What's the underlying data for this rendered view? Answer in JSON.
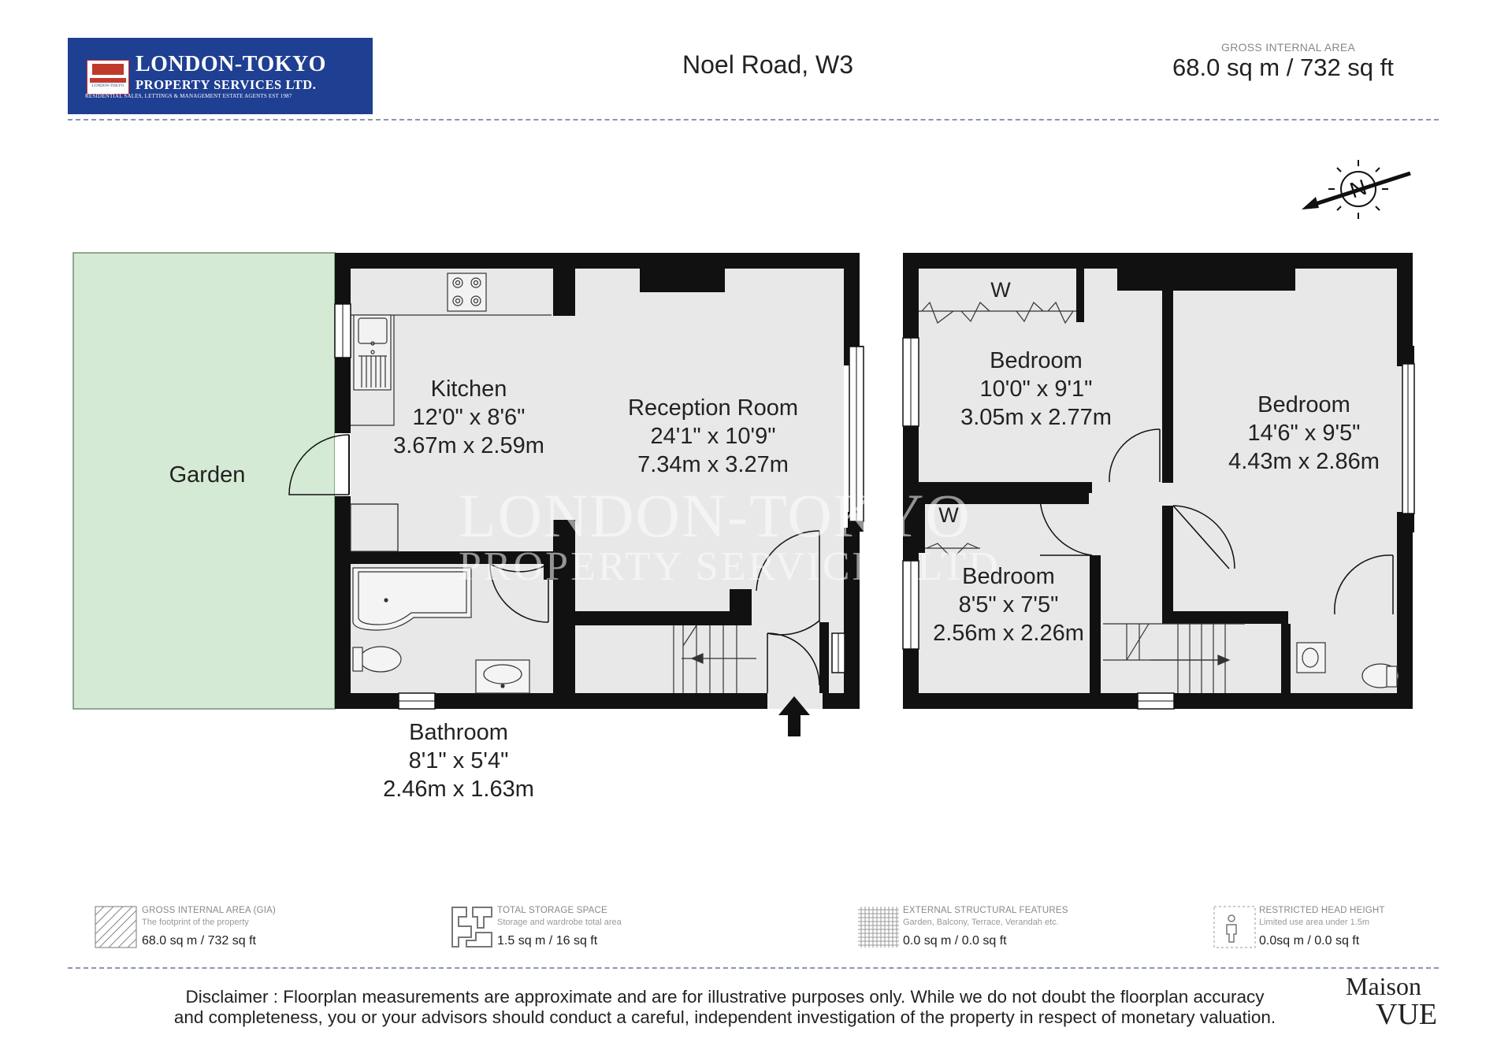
{
  "header": {
    "logo": {
      "title": "LONDON-TOKYO",
      "subtitle": "PROPERTY SERVICES LTD.",
      "tagline": "RESIDENTIAL SALES, LETTINGS & MANAGEMENT ESTATE AGENTS EST 1987",
      "emblem_text": "LONDON-TOKYO"
    },
    "address": "Noel Road, W3",
    "gross_area_label": "GROSS INTERNAL AREA",
    "gross_area_value": "68.0 sq m / 732 sq ft"
  },
  "compass": {
    "letter": "N"
  },
  "floorplan": {
    "garden": "Garden",
    "rooms": [
      {
        "name": "Kitchen",
        "imperial": "12'0\" x 8'6\"",
        "metric": "3.67m x 2.59m"
      },
      {
        "name": "Reception Room",
        "imperial": "24'1\" x 10'9\"",
        "metric": "7.34m x 3.27m"
      },
      {
        "name": "Bathroom",
        "imperial": "8'1\" x 5'4\"",
        "metric": "2.46m x 1.63m"
      },
      {
        "name": "Bedroom",
        "imperial": "10'0\" x 9'1\"",
        "metric": "3.05m x 2.77m"
      },
      {
        "name": "Bedroom",
        "imperial": "14'6\" x 9'5\"",
        "metric": "4.43m x 2.86m"
      },
      {
        "name": "Bedroom",
        "imperial": "8'5\" x 7'5\"",
        "metric": "2.56m x 2.26m"
      }
    ],
    "wardrobe_label": "W",
    "watermark_line1": "LONDON-TOKYO",
    "watermark_line2": "PROPERTY SERVICES LTD"
  },
  "legend": [
    {
      "title": "GROSS INTERNAL AREA (GIA)",
      "desc": "The footprint of the property",
      "value": "68.0 sq m / 732 sq ft"
    },
    {
      "title": "TOTAL STORAGE SPACE",
      "desc": "Storage and wardrobe total area",
      "value": "1.5 sq m / 16 sq ft"
    },
    {
      "title": "EXTERNAL STRUCTURAL FEATURES",
      "desc": "Garden, Balcony, Terrace, Verandah etc.",
      "value": "0.0 sq m / 0.0 sq ft"
    },
    {
      "title": "RESTRICTED HEAD HEIGHT",
      "desc": "Limited use area under 1.5m",
      "value": "0.0sq m / 0.0 sq ft"
    }
  ],
  "footer": {
    "disclaimer_line1": "Disclaimer : Floorplan measurements are approximate and are for illustrative purposes only. While we do not doubt the floorplan accuracy",
    "disclaimer_line2": "and completeness, you or your advisors should conduct a careful, independent investigation of the property in respect of monetary valuation.",
    "brand_line1": "Maison",
    "brand_line2": "VUE"
  },
  "colors": {
    "logo_blue": "#1f3f92",
    "garden_green": "#d4ead4",
    "room_grey": "#e6e6e6",
    "wall_black": "#111111"
  }
}
